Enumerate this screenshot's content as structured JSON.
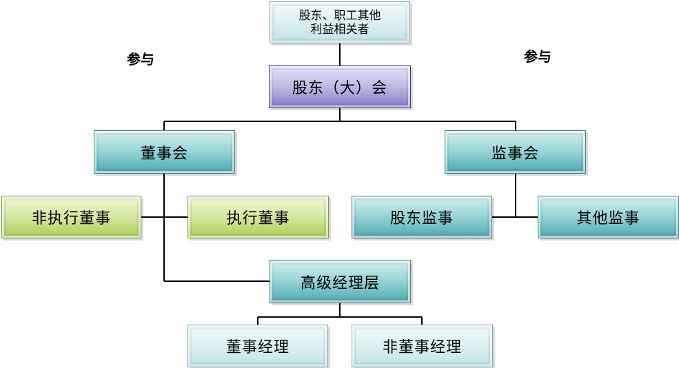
{
  "nodes": {
    "stakeholders": "股东、职工其他\n利益相关者",
    "shareholders_meeting": "股东（大）会",
    "board": "董事会",
    "supervisory_board": "监事会",
    "non_exec_director": "非执行董事",
    "exec_director": "执行董事",
    "shareholder_supervisor": "股东监事",
    "other_supervisor": "其他监事",
    "senior_management": "高级经理层",
    "director_manager": "董事经理",
    "non_director_manager": "非董事经理"
  },
  "labels": {
    "participate_left": "参与",
    "participate_right": "参与"
  }
}
